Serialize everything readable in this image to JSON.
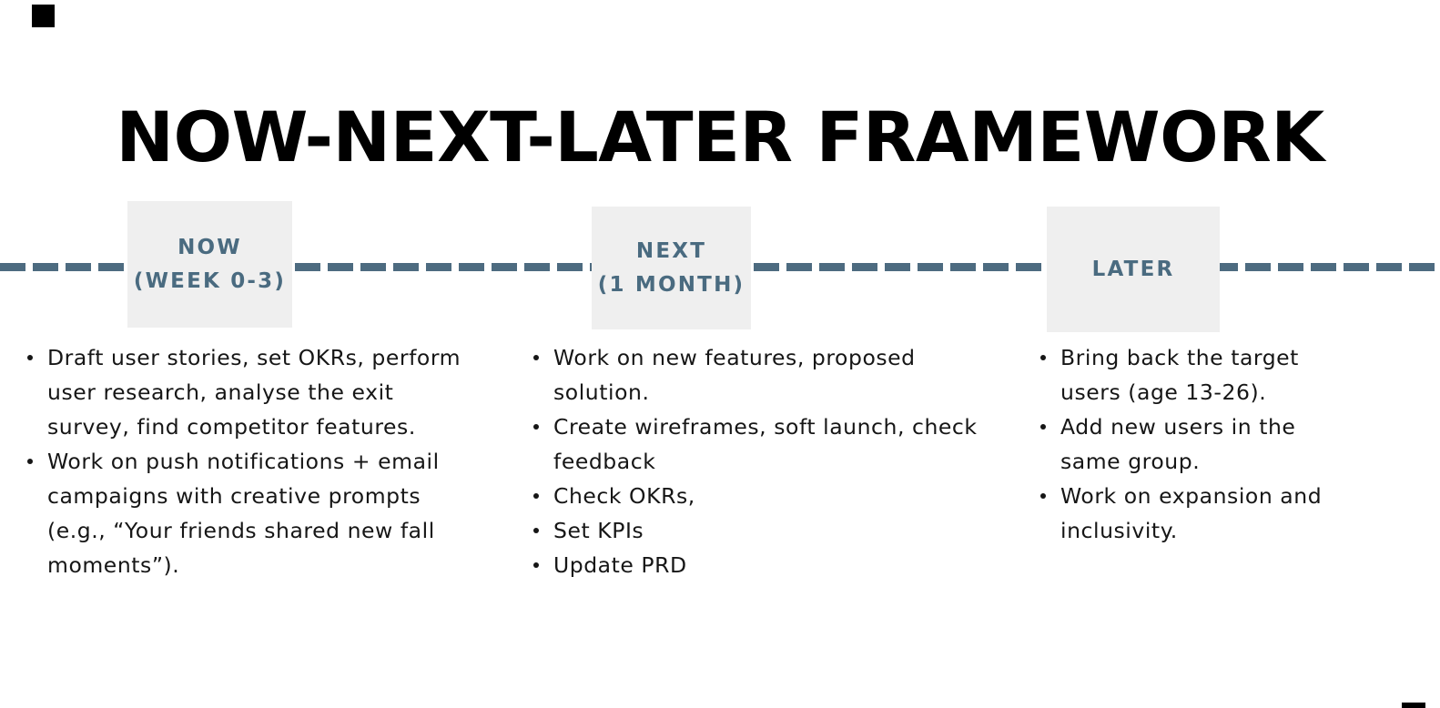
{
  "slide": {
    "title": "NOW-NEXT-LATER FRAMEWORK",
    "accent_color": "#4a6b80",
    "rail_color": "#4d6b80",
    "box_fill": "#efefef",
    "text_color": "#161616"
  },
  "timeline": {
    "milestones": [
      {
        "id": "now",
        "line1": "NOW",
        "line2": "(WEEK 0-3)"
      },
      {
        "id": "next",
        "line1": "NEXT",
        "line2": "(1 MONTH)"
      },
      {
        "id": "later",
        "line1": "LATER",
        "line2": ""
      }
    ]
  },
  "columns": [
    {
      "id": "now",
      "bullets": [
        "Draft user stories, set OKRs, perform user research, analyse the exit survey, find competitor features.",
        "Work on push notifications + email campaigns with creative prompts (e.g., “Your friends shared new fall moments”)."
      ]
    },
    {
      "id": "next",
      "bullets": [
        "Work on new features, proposed solution.",
        "Create wireframes, soft launch, check feedback",
        "Check OKRs,",
        "Set KPIs",
        "Update PRD"
      ]
    },
    {
      "id": "later",
      "bullets": [
        "Bring back the target users (age 13-26).",
        "Add new users in the same group.",
        "Work on expansion and inclusivity."
      ]
    }
  ]
}
